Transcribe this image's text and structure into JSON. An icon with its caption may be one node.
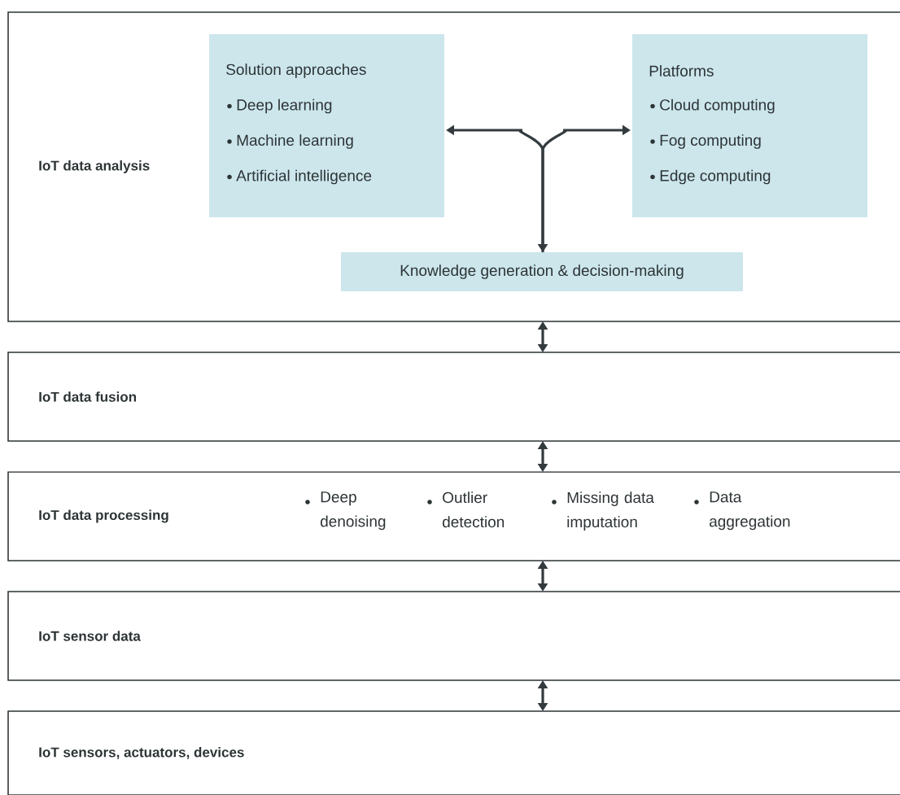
{
  "diagram": {
    "nodes": [
      {
        "text": [
          "IoT data analysis"
        ]
      },
      {
        "text": [
          "Solution approaches",
          "Deep learning",
          "Machine learning",
          "Artificial intelligence"
        ],
        "in": 0
      },
      {
        "text": [
          "Platforms",
          "Cloud computing",
          "Fog computing",
          "Edge computing"
        ],
        "in": 0
      },
      {
        "text": [
          "Knowledge generation & decision-making"
        ],
        "in": 0
      },
      {
        "text": [
          "IoT data fusion"
        ]
      },
      {
        "text": [
          "IoT data processing",
          "Deep denoising",
          "Outlier detection",
          "Missing data imputation",
          "Data aggregation"
        ]
      },
      {
        "text": [
          "IoT sensor data"
        ]
      },
      {
        "text": [
          "IoT sensors, actuators, devices"
        ]
      }
    ],
    "edges": [
      {
        "from": 3,
        "to": 1,
        "arrow": "both"
      },
      {
        "from": 3,
        "to": 2,
        "arrow": "to"
      },
      {
        "from": 0,
        "to": 4,
        "arrow": "both"
      },
      {
        "from": 4,
        "to": 5,
        "arrow": "both"
      },
      {
        "from": 5,
        "to": 6,
        "arrow": "both"
      },
      {
        "from": 6,
        "to": 7,
        "arrow": "both"
      }
    ]
  }
}
